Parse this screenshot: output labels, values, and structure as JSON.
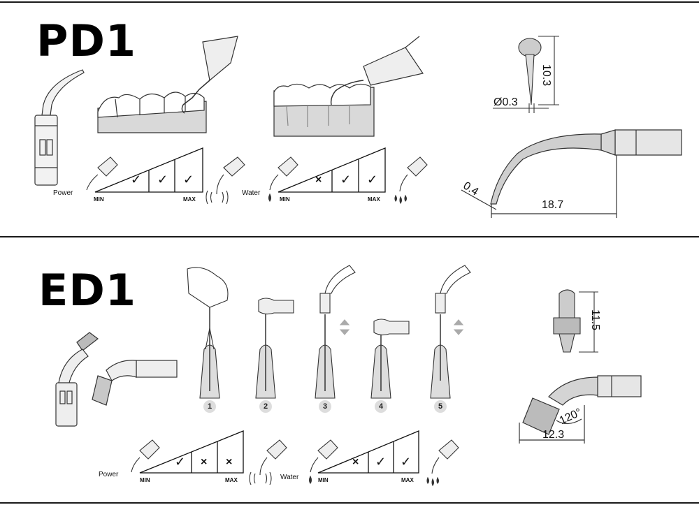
{
  "pd1": {
    "title": "PD1",
    "power_label": "Power",
    "water_label": "Water",
    "power_scale": {
      "min": "MIN",
      "max": "MAX",
      "marks": [
        "✓",
        "✓",
        "✓"
      ]
    },
    "water_scale": {
      "min": "MIN",
      "max": "MAX",
      "marks": [
        "×",
        "✓",
        "✓"
      ]
    },
    "dimensions": {
      "diameter": "Ø0.3",
      "height": "10.3",
      "tip": "0.4",
      "length": "18.7"
    }
  },
  "ed1": {
    "title": "ED1",
    "power_label": "Power",
    "water_label": "Water",
    "power_scale": {
      "min": "MIN",
      "max": "MAX",
      "marks": [
        "✓",
        "×",
        "×"
      ]
    },
    "water_scale": {
      "min": "MIN",
      "max": "MAX",
      "marks": [
        "×",
        "✓",
        "✓"
      ]
    },
    "steps": [
      "1",
      "2",
      "3",
      "4",
      "5"
    ],
    "dimensions": {
      "height": "11.5",
      "angle": "120°",
      "length": "12.3"
    }
  },
  "colors": {
    "rule": "#1a1a1a",
    "gum": "#d9d9d9",
    "metal": "#c9c9c9"
  }
}
